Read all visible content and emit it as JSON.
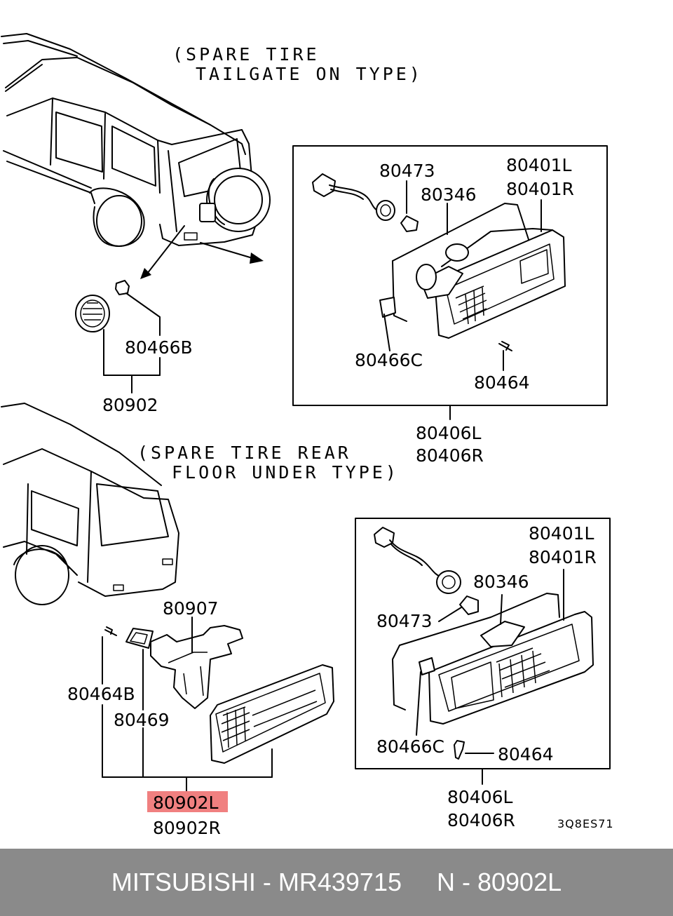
{
  "notes": {
    "top_line1": "(SPARE TIRE",
    "top_line2": "TAILGATE ON TYPE)",
    "mid_line1": "(SPARE TIRE REAR",
    "mid_line2": "FLOOR UNDER TYPE)"
  },
  "labels": {
    "p80473_a": "80473",
    "p80346_a": "80346",
    "p80401L_a": "80401L",
    "p80401R_a": "80401R",
    "p80466C_a": "80466C",
    "p80464_a": "80464",
    "p80406L_a": "80406L",
    "p80406R_a": "80406R",
    "p80466B": "80466B",
    "p80902": "80902",
    "p80907": "80907",
    "p80464B": "80464B",
    "p80469": "80469",
    "p80902L": "80902L",
    "p80902R": "80902R",
    "p80401L_b": "80401L",
    "p80401R_b": "80401R",
    "p80346_b": "80346",
    "p80473_b": "80473",
    "p80466C_b": "80466C",
    "p80464_b": "80464",
    "p80406L_b": "80406L",
    "p80406R_b": "80406R",
    "code": "3Q8ES71"
  },
  "highlight_color": "#f08080",
  "footer": {
    "text": "MITSUBISHI - MR439715     N - 80902L",
    "background": "#8a8a8a"
  }
}
